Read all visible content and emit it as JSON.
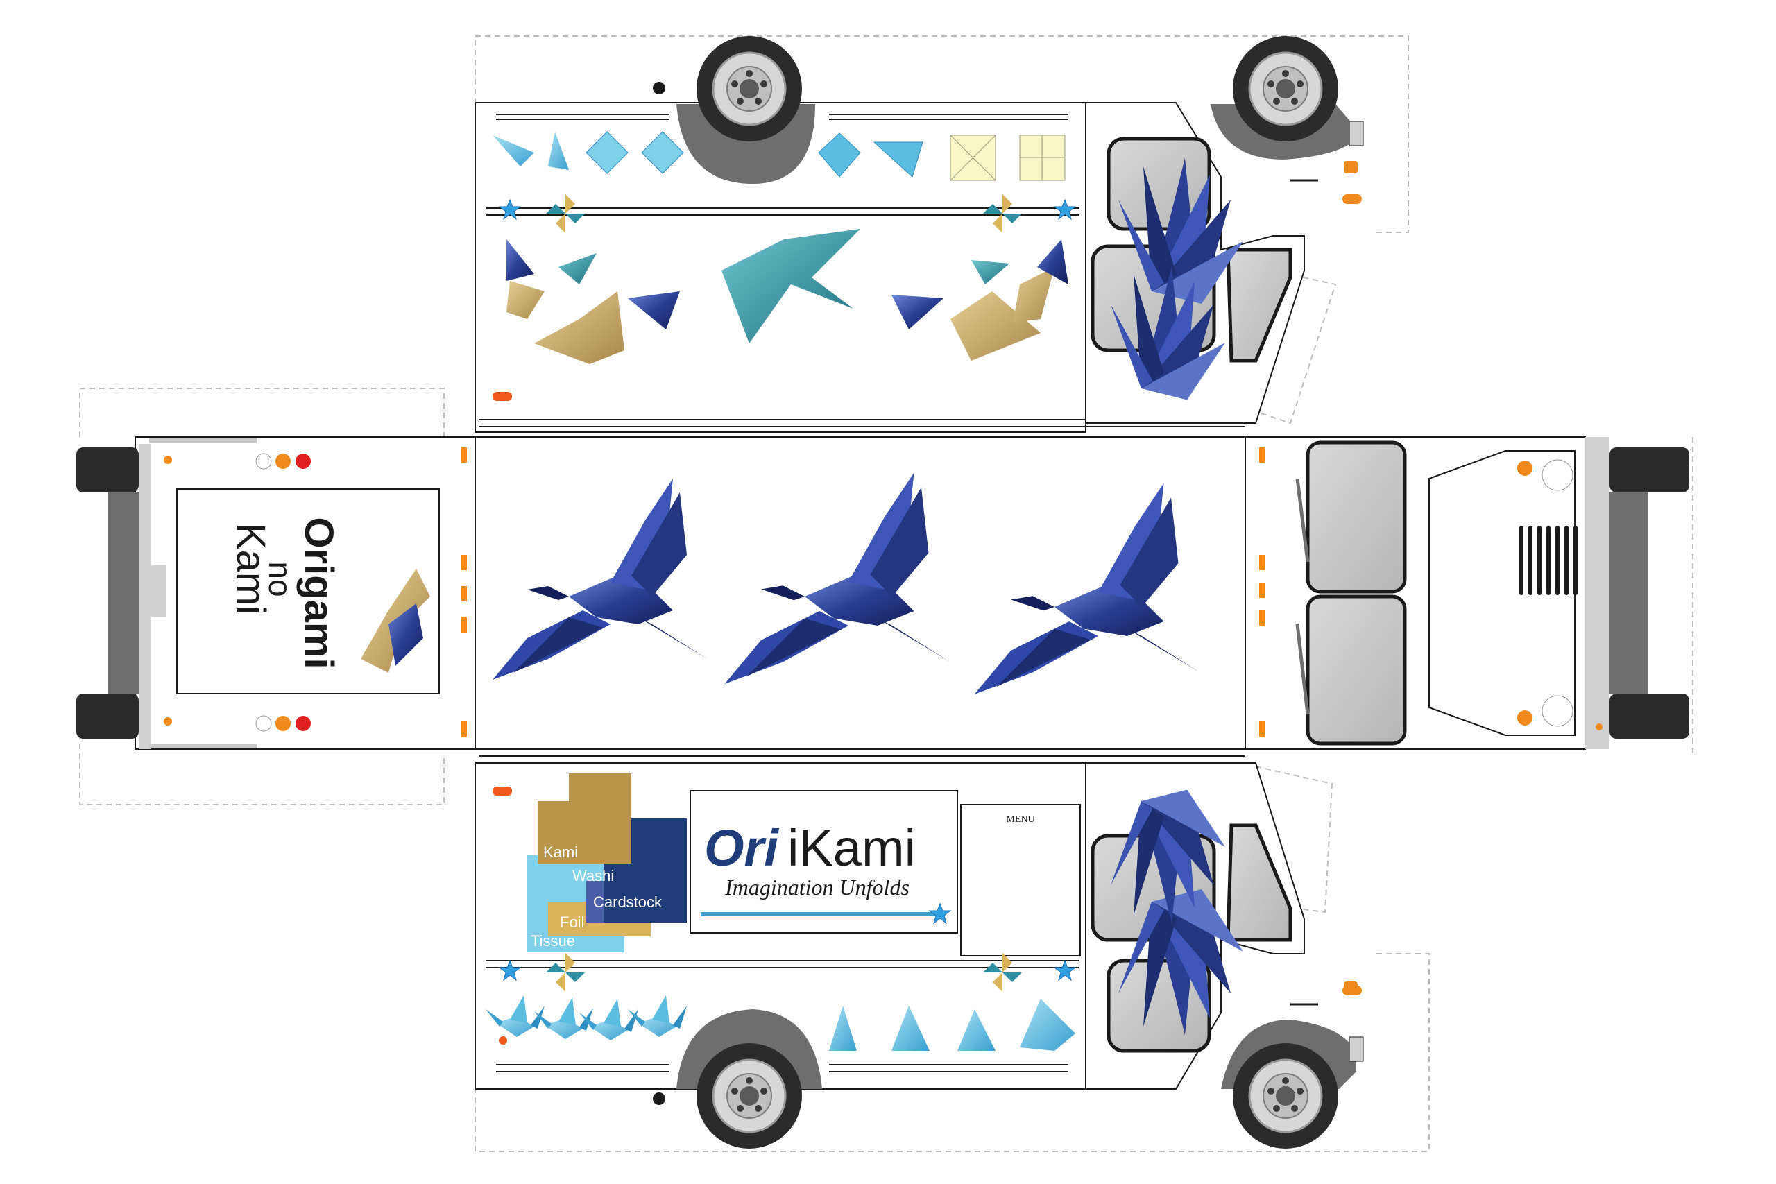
{
  "brand": {
    "logo_mark": "Ori",
    "name_kami": "iKami",
    "tagline": "Imagination Unfolds",
    "rear_logo_line1": "Origami",
    "rear_logo_line2": "no",
    "rear_logo_line3": "Kami"
  },
  "menu_board": {
    "title": "MENU"
  },
  "paper_swatches": [
    {
      "label": "Kami",
      "color": "#b8954a"
    },
    {
      "label": "Washi",
      "color": "#1f3d78"
    },
    {
      "label": "Cardstock",
      "color": "#4a5fa8"
    },
    {
      "label": "Foil",
      "color": "#d9b45a"
    },
    {
      "label": "Tissue",
      "color": "#7fd0e8"
    }
  ],
  "colors": {
    "outline": "#1a1a1a",
    "cut_line": "#bdbdbd",
    "tire": "#2b2b2b",
    "fender": "#6e6e6e",
    "window": "#c9c9c9",
    "crane_blue": "#2a3f93",
    "crane_teal": "#2f8fa0",
    "crane_gold": "#c9a86a",
    "sky_blue": "#5bbde0",
    "indicator_orange": "#f08a1c",
    "brake_red": "#e02020"
  },
  "icons": [
    "origami-crane-icon",
    "star-icon",
    "pinwheel-icon",
    "wheel-icon",
    "wiper-icon",
    "grille-icon"
  ]
}
